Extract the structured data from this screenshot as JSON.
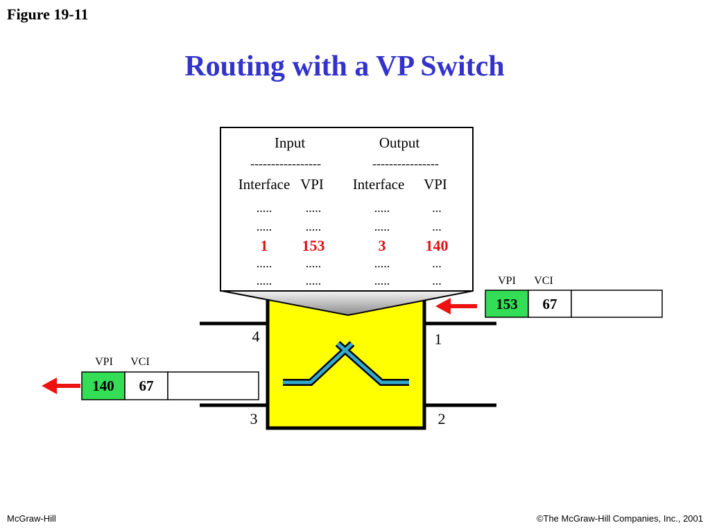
{
  "figure_label": "Figure 19-11",
  "title": "Routing with a VP Switch",
  "title_color": "#3333cc",
  "table": {
    "headers": [
      "Input",
      "Output"
    ],
    "dashes": [
      "-----------------",
      "----------------"
    ],
    "subheaders": [
      "Interface",
      "VPI",
      "Interface",
      "VPI"
    ],
    "rows": [
      [
        ".....",
        ".....",
        ".....",
        "..."
      ],
      [
        ".....",
        ".....",
        ".....",
        "..."
      ],
      [
        "1",
        "153",
        "3",
        "140"
      ],
      [
        ".....",
        ".....",
        ".....",
        "..."
      ],
      [
        ".....",
        ".....",
        ".....",
        "..."
      ]
    ],
    "highlight_row": 2,
    "highlight_color": "#e01010"
  },
  "switch": {
    "fill": "#ffff00",
    "path_color": "#33aacc",
    "ports": [
      "1",
      "2",
      "3",
      "4"
    ]
  },
  "incoming_cell": {
    "vpi_label": "VPI",
    "vci_label": "VCI",
    "vpi": "153",
    "vci": "67"
  },
  "outgoing_cell": {
    "vpi_label": "VPI",
    "vci_label": "VCI",
    "vpi": "140",
    "vci": "67"
  },
  "cell_vpi_color": "#33dd55",
  "arrow_color": "#ee1111",
  "footer": {
    "left": "McGraw-Hill",
    "right": "©The McGraw-Hill Companies, Inc., 2001"
  }
}
